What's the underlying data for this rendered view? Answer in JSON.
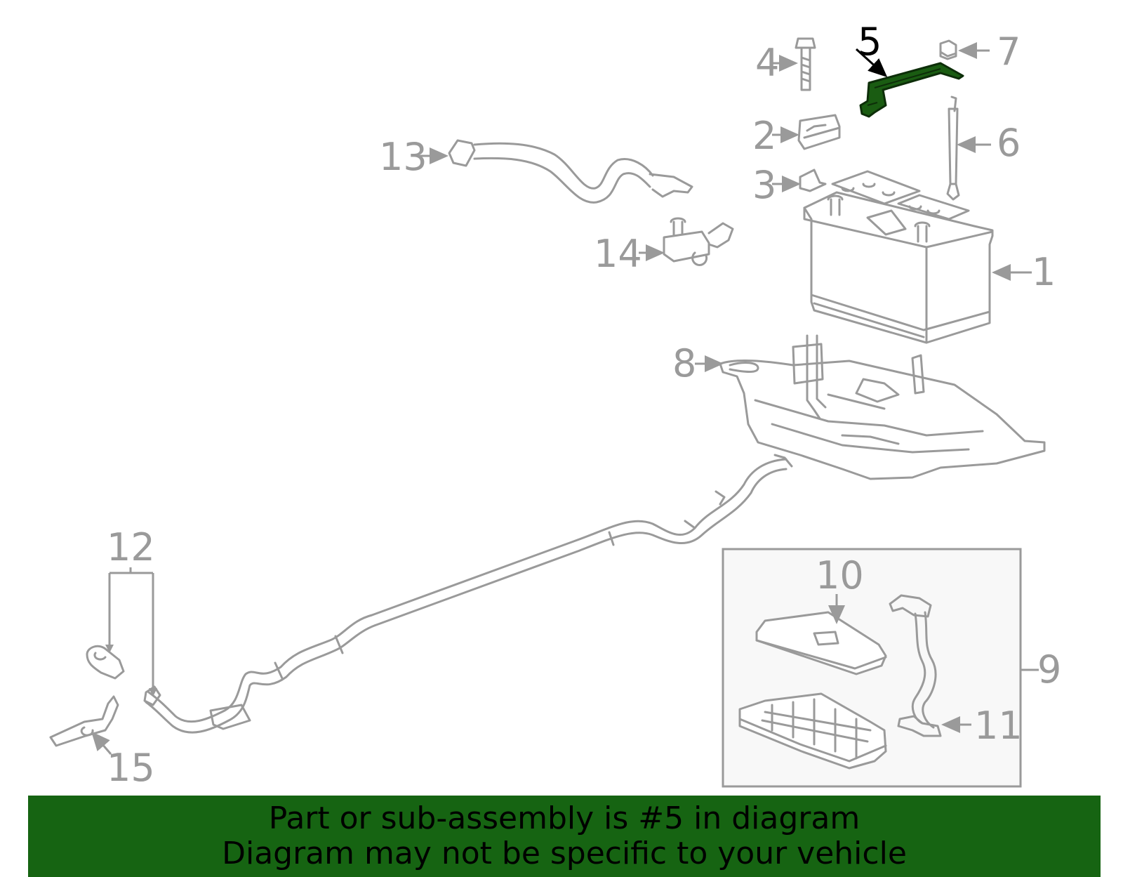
{
  "callouts": {
    "c1": "1",
    "c2": "2",
    "c3": "3",
    "c4": "4",
    "c5": "5",
    "c6": "6",
    "c7": "7",
    "c8": "8",
    "c9": "9",
    "c10": "10",
    "c11": "11",
    "c12": "12",
    "c13": "13",
    "c14": "14",
    "c15": "15"
  },
  "highlighted_part": "5",
  "colors": {
    "highlight": "#1a5c12",
    "banner": "#166412",
    "linework": "#9a9a9a"
  },
  "banner": {
    "line1": "Part or sub-assembly is #5 in diagram",
    "line2": "Diagram may not be specific to your vehicle"
  }
}
